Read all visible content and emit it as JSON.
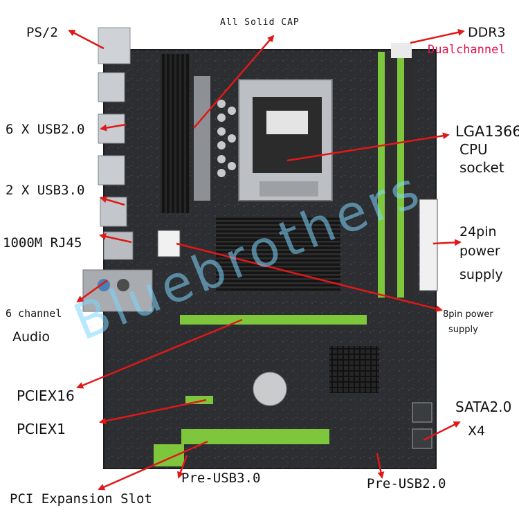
{
  "labels": {
    "ps2": "PS/2",
    "all_solid_cap": "All Solid CAP",
    "ddr3": "DDR3",
    "dual_channel": "Dualchannel",
    "usb20": "6 X USB2.0",
    "usb30": "2 X USB3.0",
    "rj45": "1000M RJ45",
    "lga1366": "LGA1366",
    "cpu": "CPU",
    "socket": "socket",
    "pin24_line1": "24pin",
    "pin24_line2": "power",
    "pin24_line3": "supply",
    "pin8_line1": "8pin power",
    "pin8_line2": "supply",
    "audio_line1": "6 channel",
    "audio_line2": "Audio",
    "pciex16": "PCIEX16",
    "pciex1": "PCIEX1",
    "sata_line1": "SATA2.0",
    "sata_line2": "X4",
    "pre_usb30": "Pre-USB3.0",
    "pre_usb20": "Pre-USB2.0",
    "pci_slot": "PCI Expansion Slot",
    "watermark": "Bluebrothers"
  },
  "colors": {
    "board": "#2a2c2e",
    "heatsink": "#1a1a1a",
    "ram_slot": "#7ec63c",
    "arrow": "#e01818",
    "watermark": "#7fd6ff"
  }
}
